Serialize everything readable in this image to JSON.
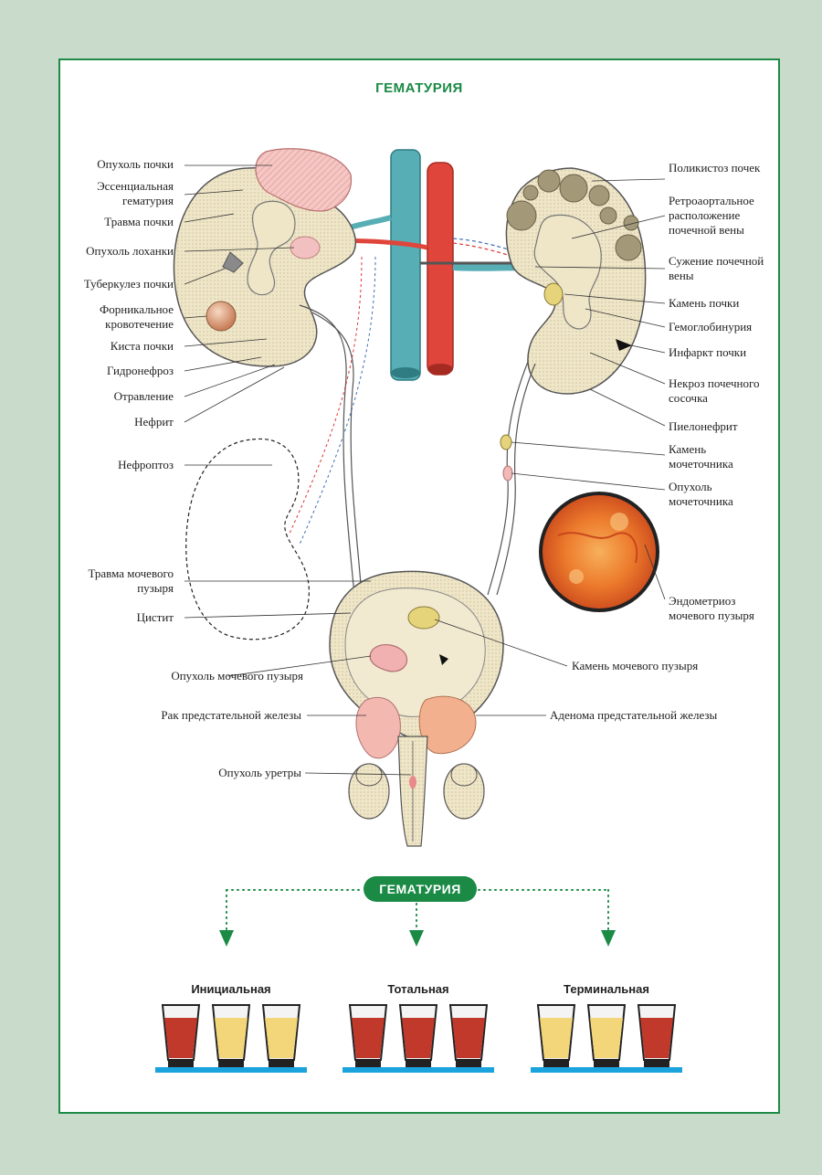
{
  "title": "ГЕМАТУРИЯ",
  "labels_left": [
    "Опухоль почки",
    "Эссенциальная гематурия",
    "Травма почки",
    "Опухоль  лоханки",
    "Туберкулез почки",
    "Форникальное кровотечение",
    "Киста почки",
    "Гидронефроз",
    "Отравление",
    "Нефрит",
    "Нефроптоз",
    "Травма мочевого пузыря",
    "Цистит",
    "Опухоль мочевого пузыря",
    "Рак предстательной железы",
    "Опухоль уретры"
  ],
  "labels_right": [
    "Поликистоз почек",
    "Ретроаортальное расположение почечной вены",
    "Сужение почечной вены",
    "Камень почки",
    "Гемоглобинурия",
    "Инфаркт почки",
    "Некроз почечного сосочка",
    "Пиелонефрит",
    "Камень мочеточника",
    "Опухоль мочеточника",
    "Эндометриоз мочевого пузыря",
    "Камень мочевого пузыря",
    "Аденома предстательной железы"
  ],
  "scheme": {
    "center_label": "ГЕМАТУРИЯ",
    "types": [
      {
        "name": "Инициальная",
        "cups": [
          "red",
          "yellow",
          "yellow"
        ]
      },
      {
        "name": "Тотальная",
        "cups": [
          "red",
          "red",
          "red"
        ]
      },
      {
        "name": "Терминальная",
        "cups": [
          "yellow",
          "yellow",
          "red"
        ]
      }
    ]
  },
  "colors": {
    "frame": "#1a8a45",
    "background": "#c9dccb",
    "urine_red": "#c0392b",
    "urine_yellow": "#f3d67a",
    "stand": "#1aa3dd",
    "vein": "#4fa8b0",
    "artery": "#e0443a",
    "organ": "#efe6c8"
  }
}
